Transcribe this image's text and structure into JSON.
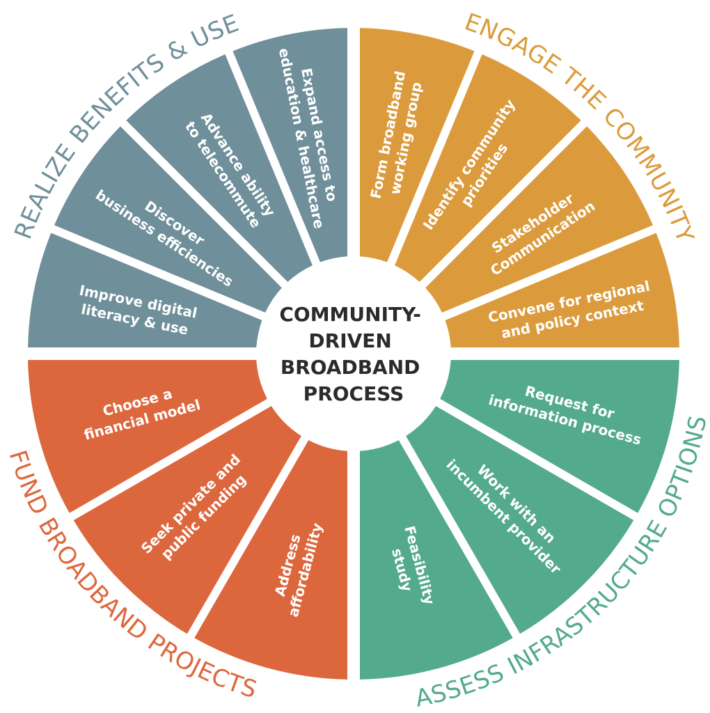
{
  "center": {
    "lines": [
      "COMMUNITY-",
      "DRIVEN",
      "BROADBAND",
      "PROCESS"
    ]
  },
  "quadrants": [
    {
      "title": "ENGAGE THE COMMUNITY",
      "color": "#db9b3c",
      "segments": [
        {
          "lines": [
            "Form broadband",
            "working group"
          ]
        },
        {
          "lines": [
            "Identify community",
            "priorities"
          ]
        },
        {
          "lines": [
            "Stakeholder",
            "Communication"
          ]
        },
        {
          "lines": [
            "Convene for regional",
            "and policy context"
          ]
        }
      ]
    },
    {
      "title": "ASSESS INFRASTRUCTURE OPTIONS",
      "color": "#54aa8d",
      "segments": [
        {
          "lines": [
            "Request for",
            "information process"
          ]
        },
        {
          "lines": [
            "Work with an",
            "incumbent provider"
          ]
        },
        {
          "lines": [
            "Feasibility",
            "study"
          ]
        }
      ]
    },
    {
      "title": "FUND BROADBAND PROJECTS",
      "color": "#dd673d",
      "segments": [
        {
          "lines": [
            "Address",
            "affordability"
          ]
        },
        {
          "lines": [
            "Seek private and",
            "public funding"
          ]
        },
        {
          "lines": [
            "Choose a",
            "financial model"
          ]
        }
      ]
    },
    {
      "title": "REALIZE BENEFITS & USE",
      "color": "#6f8f9a",
      "segments": [
        {
          "lines": [
            "Improve digital",
            "literacy & use"
          ]
        },
        {
          "lines": [
            "Discover",
            "business efficiencies"
          ]
        },
        {
          "lines": [
            "Advance ability",
            "to telecommute"
          ]
        },
        {
          "lines": [
            "Expand access to",
            "education & healthcare"
          ]
        }
      ]
    }
  ]
}
